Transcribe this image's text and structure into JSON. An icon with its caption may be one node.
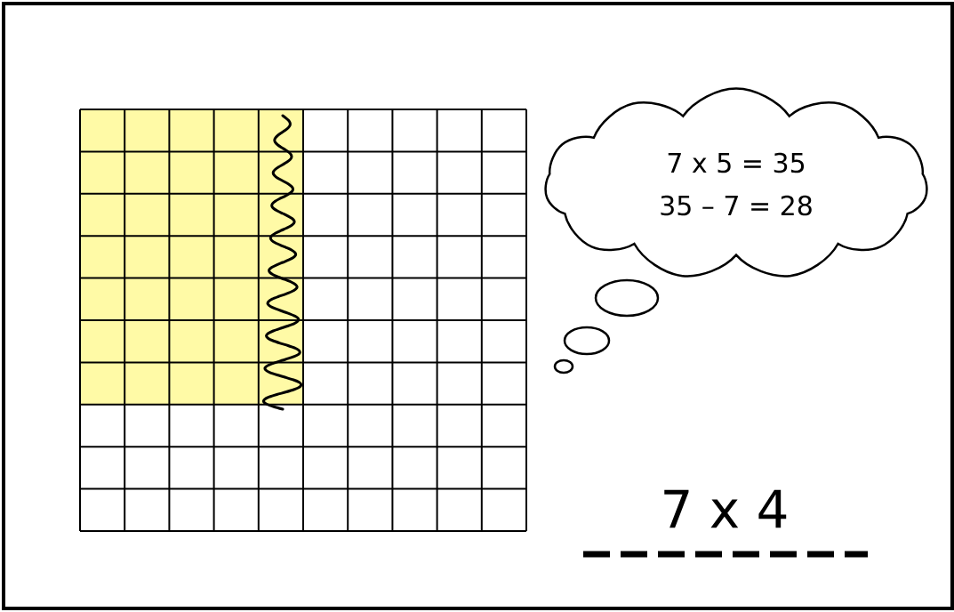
{
  "diagram": {
    "nodes": [
      {
        "text": [
          "7 x 5 = 35",
          "35 – 7 = 28"
        ]
      }
    ],
    "labels": [
      "7 x 4"
    ]
  }
}
